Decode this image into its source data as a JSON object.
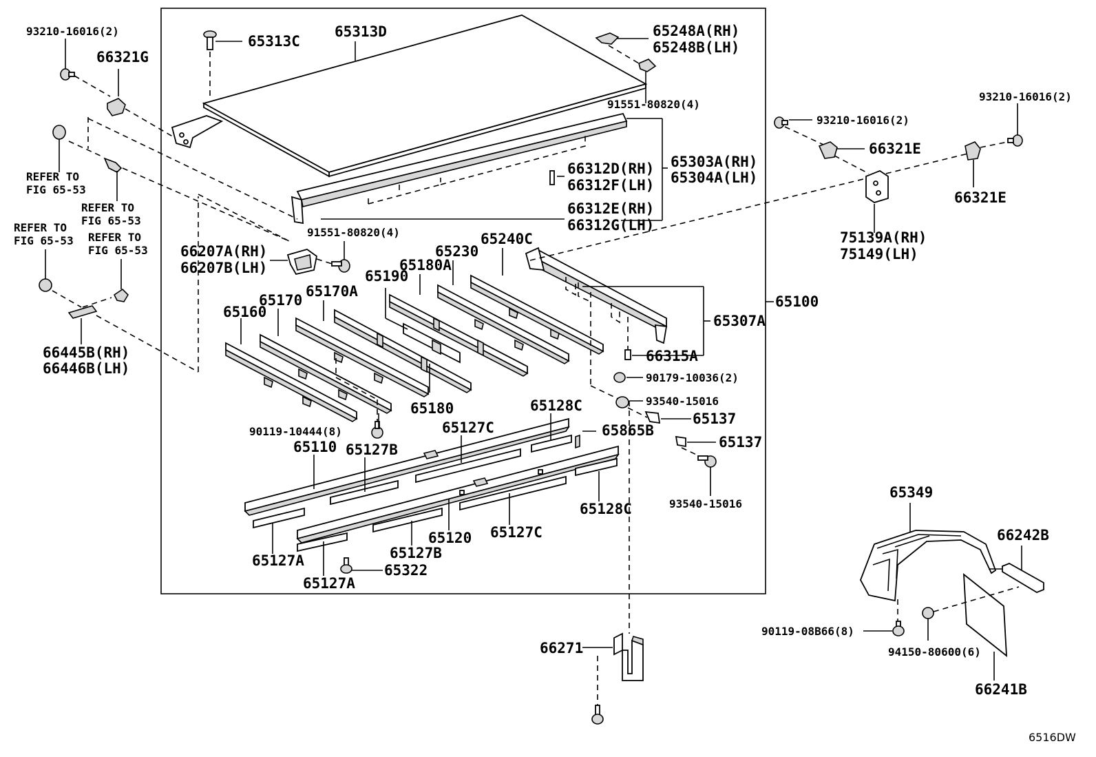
{
  "diagram_code": "6516DW",
  "labels": {
    "l_93210_tl": "93210-16016(2)",
    "l_66321G": "66321G",
    "l_65313C": "65313C",
    "l_65313D": "65313D",
    "l_65248A": "65248A(RH)",
    "l_65248B": "65248B(LH)",
    "l_91551_top": "91551-80820(4)",
    "l_refer1a": "REFER TO",
    "l_refer1b": "FIG 65-53",
    "l_refer2a": "REFER TO",
    "l_refer2b": "FIG 65-53",
    "l_refer3a": "REFER TO",
    "l_refer3b": "FIG 65-53",
    "l_refer4a": "REFER TO",
    "l_refer4b": "FIG 65-53",
    "l_66312D": "66312D(RH)",
    "l_66312F": "66312F(LH)",
    "l_65303A": "65303A(RH)",
    "l_65304A": "65304A(LH)",
    "l_66312E": "66312E(RH)",
    "l_66312G": "66312G(LH)",
    "l_91551_mid": "91551-80820(4)",
    "l_66207A": "66207A(RH)",
    "l_66207B": "66207B(LH)",
    "l_65230": "65230",
    "l_65240C": "65240C",
    "l_65180A": "65180A",
    "l_65190": "65190",
    "l_65170A": "65170A",
    "l_65170": "65170",
    "l_65160": "65160",
    "l_66445B": "66445B(RH)",
    "l_66446B": "66446B(LH)",
    "l_65307A": "65307A",
    "l_65100": "65100",
    "l_66315A": "66315A",
    "l_90179": "90179-10036(2)",
    "l_93540_a": "93540-15016",
    "l_65137_a": "65137",
    "l_65137_b": "65137",
    "l_93540_b": "93540-15016",
    "l_65180": "65180",
    "l_90119_10444": "90119-10444(8)",
    "l_65128C_top": "65128C",
    "l_65127C_top": "65127C",
    "l_65865B": "65865B",
    "l_65110": "65110",
    "l_65127B_top": "65127B",
    "l_65128C_bot": "65128C",
    "l_65127C_bot": "65127C",
    "l_65120": "65120",
    "l_65127B_bot": "65127B",
    "l_65127A_a": "65127A",
    "l_65322": "65322",
    "l_65127A_b": "65127A",
    "l_66271": "66271",
    "l_93210_r1": "93210-16016(2)",
    "l_93210_r2": "93210-16016(2)",
    "l_66321E_a": "66321E",
    "l_66321E_b": "66321E",
    "l_75139A": "75139A(RH)",
    "l_75149": "75149(LH)",
    "l_65349": "65349",
    "l_66242B": "66242B",
    "l_90119_08866": "90119-08B66(8)",
    "l_94150": "94150-80600(6)",
    "l_66241B": "66241B"
  }
}
